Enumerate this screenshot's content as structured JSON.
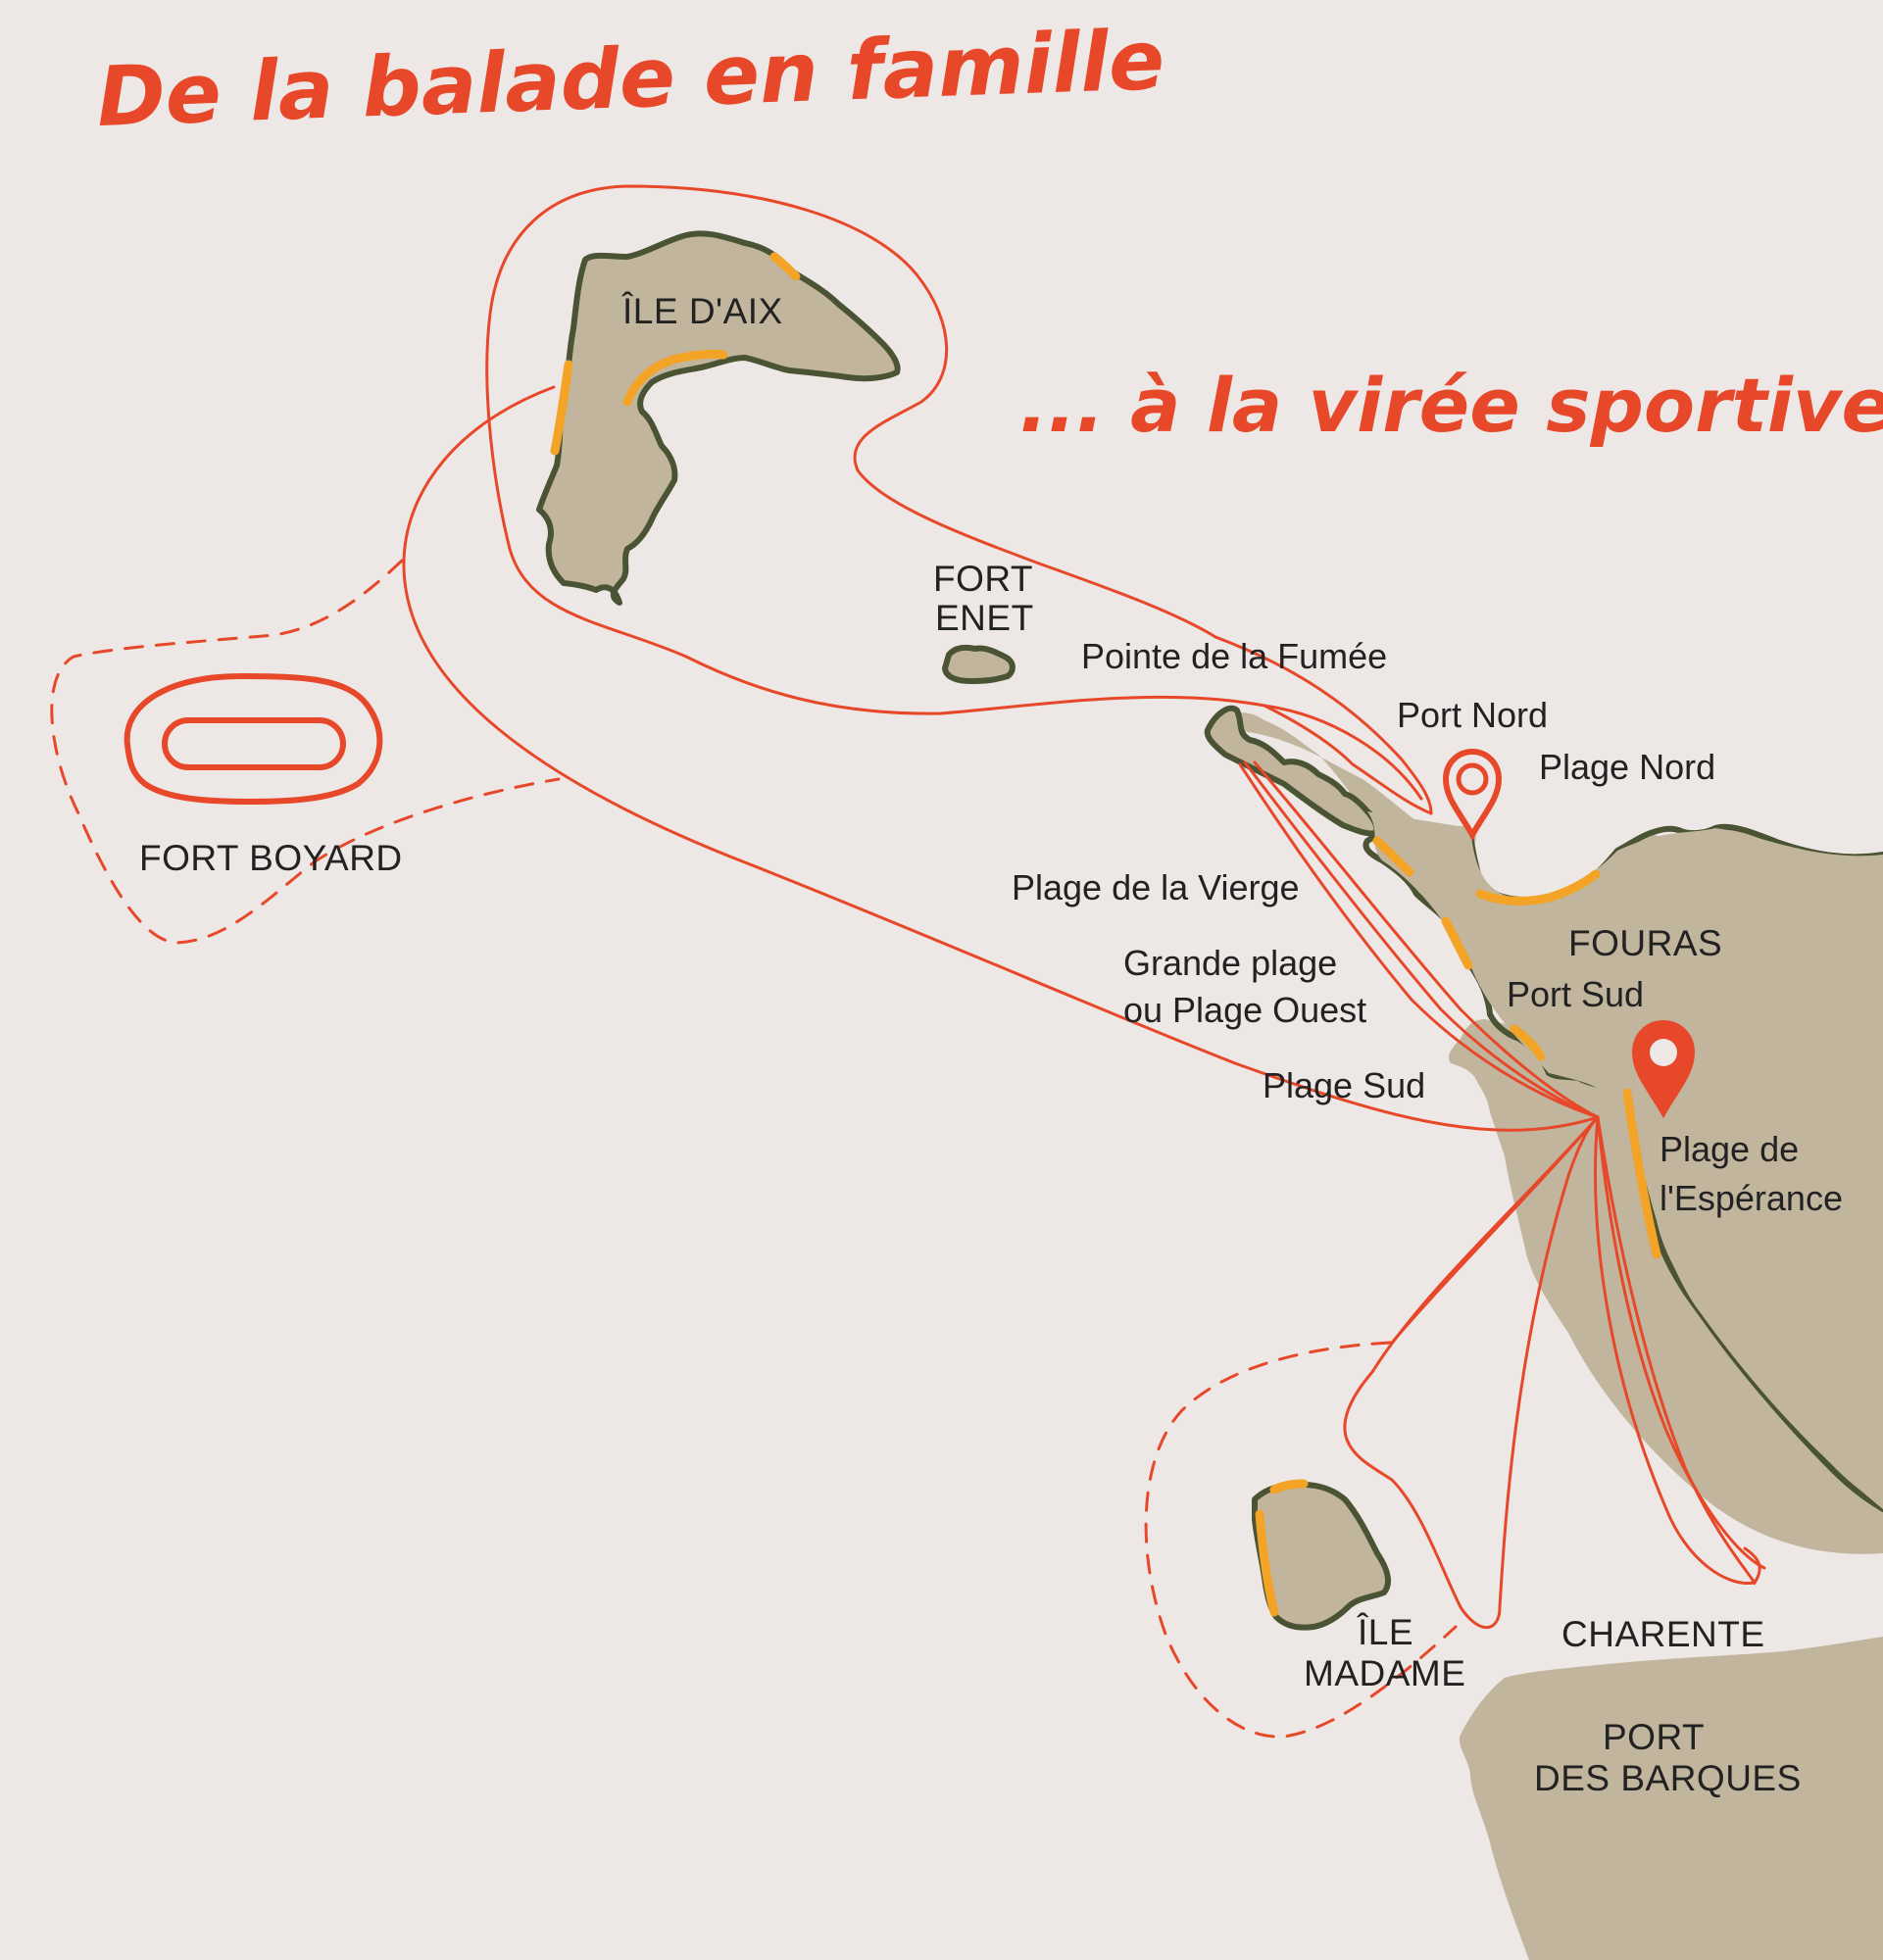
{
  "titles": {
    "top": "De la balade en famille",
    "middle": "... à la virée sportive"
  },
  "places": {
    "ile_daix": "ÎLE D'AIX",
    "fort_enet_1": "FORT",
    "fort_enet_2": "ENET",
    "fort_boyard": "FORT BOYARD",
    "fouras": "FOURAS",
    "ile_madame_1": "ÎLE",
    "ile_madame_2": "MADAME",
    "charente": "CHARENTE",
    "port_des_barques_1": "PORT",
    "port_des_barques_2": "DES BARQUES"
  },
  "spots": {
    "pointe_fumee": "Pointe de la Fumée",
    "port_nord": "Port Nord",
    "plage_nord": "Plage Nord",
    "plage_vierge": "Plage de la Vierge",
    "grande_plage_1": "Grande plage",
    "grande_plage_2": "ou Plage Ouest",
    "port_sud": "Port Sud",
    "plage_sud": "Plage Sud",
    "plage_esperance_1": "Plage de",
    "plage_esperance_2": "l'Espérance"
  },
  "markers": [
    "Port Nord",
    "Plage de l'Espérance"
  ],
  "colors": {
    "background": "#ede8e6",
    "land": "#c2b59d",
    "coast": "#4a5333",
    "beach": "#f3a326",
    "route": "#e8482a",
    "text": "#222222"
  }
}
